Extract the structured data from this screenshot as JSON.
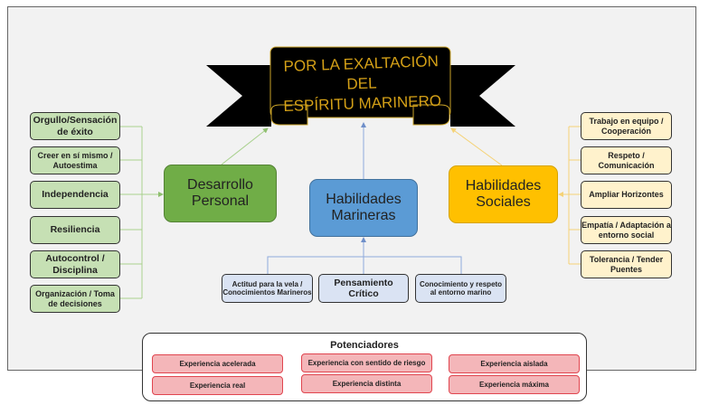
{
  "banner": {
    "line1": "POR LA EXALTACIÓN DEL",
    "line2": "ESPÍRITU MARINERO"
  },
  "pillars": {
    "personal": "Desarrollo Personal",
    "marineras": "Habilidades Marineras",
    "sociales": "Habilidades Sociales"
  },
  "personal_items": [
    "Orgullo/Sensación de éxito",
    "Creer en sí mismo / Autoestima",
    "Independencia",
    "Resiliencia",
    "Autocontrol / Disciplina",
    "Organización / Toma de decisiones"
  ],
  "marineras_items": [
    "Actitud para la vela / Conocimientos Marineros",
    "Pensamiento Crítico",
    "Conocimiento y respeto al entorno marino"
  ],
  "sociales_items": [
    "Trabajo en equipo / Cooperación",
    "Respeto / Comunicación",
    "Ampliar Horizontes",
    "Empatía / Adaptación a entorno social",
    "Tolerancia / Tender Puentes"
  ],
  "potenciadores": {
    "title": "Potenciadores",
    "items": [
      "Experiencia acelerada",
      "Experiencia con sentido de riesgo",
      "Experiencia aislada",
      "Experiencia real",
      "Experiencia distinta",
      "Experiencia máxima"
    ]
  },
  "colors": {
    "green": "#70ad47",
    "blue": "#5b9bd5",
    "yellow": "#ffc000",
    "gold": "#d4a017"
  }
}
